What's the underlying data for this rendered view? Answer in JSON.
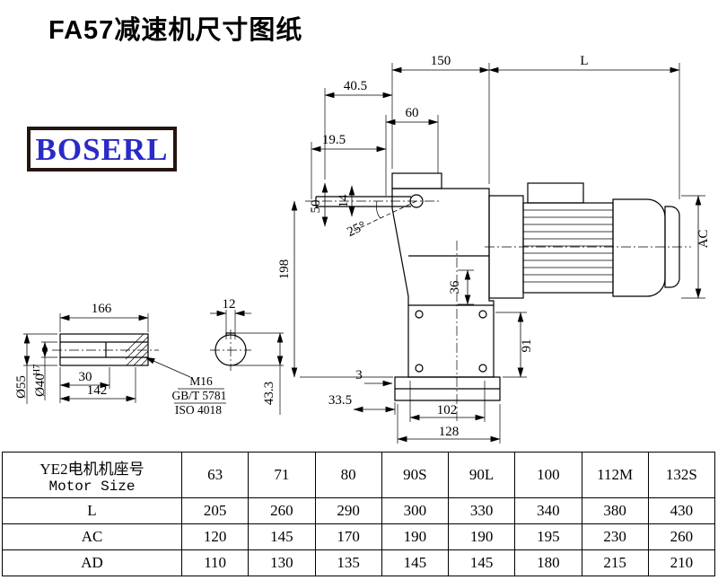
{
  "page": {
    "title": "FA57减速机尺寸图纸",
    "logo_text": "BOSERL"
  },
  "dims": {
    "w150": "150",
    "len_l": "L",
    "d40_5": "40.5",
    "d60": "60",
    "d19_5": "19.5",
    "d50": "50",
    "d14": "14",
    "angle25": "25°",
    "d198": "198",
    "ac": "AC",
    "d166": "166",
    "d12": "12",
    "d30": "30",
    "d142": "142",
    "dia55": "Ø55",
    "dia40": "Ø40",
    "dia40_tol": "H7",
    "thread": "M16",
    "std_gb": "GB/T 5781",
    "std_iso": "ISO 4018",
    "d43_3": "43.3",
    "d36": "36",
    "d91": "91",
    "d3": "3",
    "d33_5": "33.5",
    "d102": "102",
    "d128": "128"
  },
  "table": {
    "header": {
      "line1": "YE2电机机座号",
      "line2": "Motor Size"
    },
    "sizes": [
      "63",
      "71",
      "80",
      "90S",
      "90L",
      "100",
      "112M",
      "132S"
    ],
    "rows": [
      {
        "label": "L",
        "values": [
          "205",
          "260",
          "290",
          "300",
          "330",
          "340",
          "380",
          "430"
        ]
      },
      {
        "label": "AC",
        "values": [
          "120",
          "145",
          "170",
          "190",
          "190",
          "195",
          "230",
          "260"
        ]
      },
      {
        "label": "AD",
        "values": [
          "110",
          "130",
          "135",
          "145",
          "145",
          "180",
          "215",
          "210"
        ]
      }
    ]
  }
}
